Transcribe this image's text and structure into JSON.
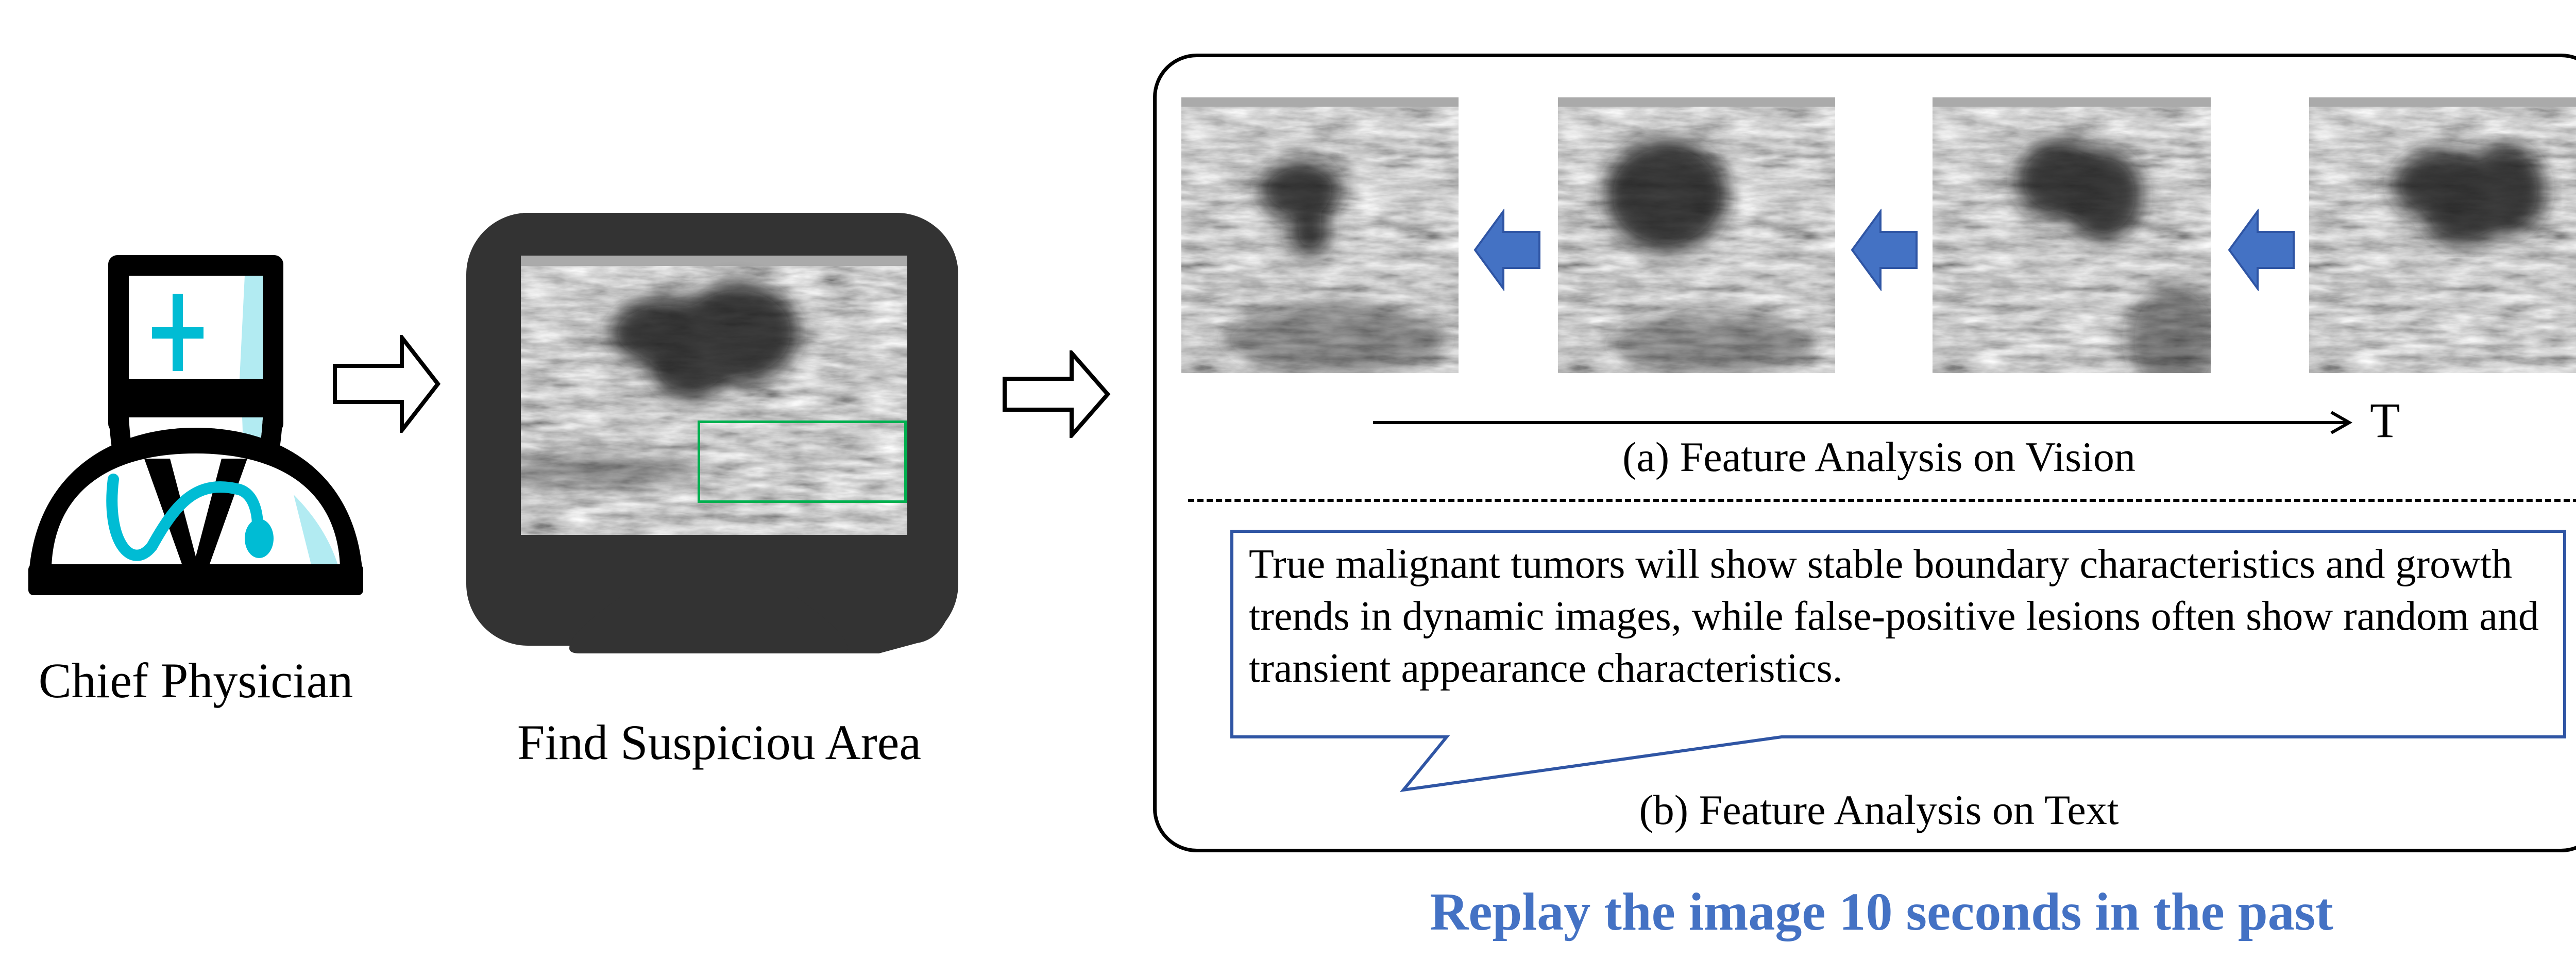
{
  "physician": {
    "label": "Chief Physician",
    "icon": "doctor-icon",
    "accent_color": "#00BCD4",
    "accent_light": "#B2EBF2"
  },
  "monitor": {
    "label": "Find Suspiciou Area",
    "icon": "monitor-icon",
    "highlight_color": "#00B050",
    "frame_color": "#333333"
  },
  "panel": {
    "vision_caption": "(a) Feature Analysis on Vision",
    "time_axis_label": "T",
    "text_caption": "(b) Feature Analysis on Text",
    "callout_text": "True malignant tumors will show stable boundary characteristics and growth trends in dynamic images, while false-positive lesions often show random and transient appearance characteristics.",
    "arrow_color": "#4472C4",
    "callout_border_color": "#2F55A4"
  },
  "footer": {
    "caption": "Replay the image 10 seconds in the past",
    "color": "#4472C4"
  }
}
